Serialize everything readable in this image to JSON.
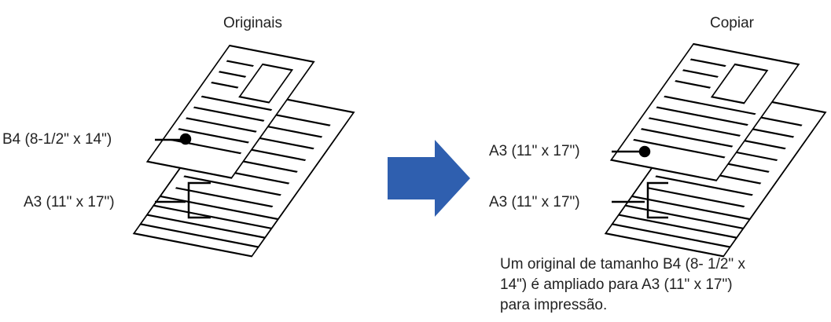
{
  "left": {
    "title": "Originais",
    "top_label": "B4 (8-1/2\" x 14\")",
    "bottom_label": "A3 (11\" x 17\")"
  },
  "right": {
    "title": "Copiar",
    "top_label": "A3 (11\" x 17\")",
    "bottom_label": "A3 (11\" x 17\")"
  },
  "caption": {
    "lines": [
      "Um original de tamanho B4 (8- 1/2\" x",
      "14\") é ampliado para A3 (11\" x 17\")",
      "para impressão."
    ]
  },
  "colors": {
    "arrow": "#2f5faf",
    "stroke": "#000000",
    "text": "#222222"
  }
}
